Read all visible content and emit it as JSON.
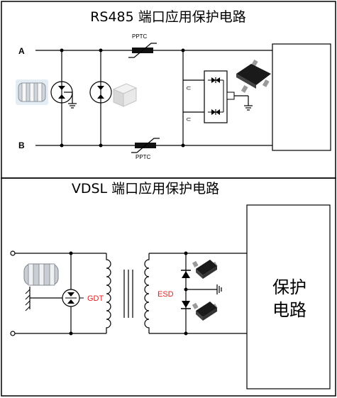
{
  "panels": [
    {
      "title": "RS485 端口应用保护电路",
      "line_a_label": "A",
      "line_b_label": "B",
      "fuse_a_label": "PPTC",
      "fuse_b_label": "PPTC"
    },
    {
      "title": "VDSL 端口应用保护电路",
      "gdt_label": "GDT",
      "esd_label": "ESD",
      "block_label_line1": "保护",
      "block_label_line2": "电路"
    }
  ],
  "colors": {
    "wire": "#000000",
    "label_red": "#e02020",
    "frame": "#000000"
  },
  "icons": [
    "gdt-photo-icon",
    "tvs-diode-photo-icon",
    "sot23-package-icon",
    "sod-package-icon"
  ]
}
